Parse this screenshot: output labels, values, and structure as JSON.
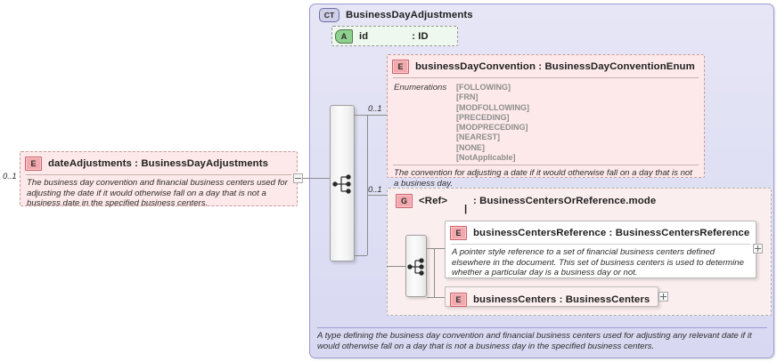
{
  "diagram": {
    "kind": "xsd-schema-diagram",
    "colors": {
      "element_fill": "#fde9e9",
      "element_badge": "#f2a9ad",
      "complextype_fill": "#e2e2f5",
      "complextype_badge": "#cfcfe8",
      "attribute_fill": "#eef8ee",
      "attribute_badge": "#8fd08f",
      "connector_line": "#8b8b8b"
    }
  },
  "complex_type": {
    "badge": "CT",
    "name": "BusinessDayAdjustments",
    "documentation": "A type defining the business day convention and financial business centers used for adjusting any relevant date if it would otherwise fall on a day that is not a business day in the specified business centers."
  },
  "attribute": {
    "badge": "A",
    "name": "id",
    "separator": ":",
    "type": "ID"
  },
  "source_element": {
    "badge": "E",
    "cardinality": "0..1",
    "name": "dateAdjustments",
    "separator": ":",
    "type": "BusinessDayAdjustments",
    "documentation": "The business day convention and financial business centers used for adjusting the date if it would otherwise fall on a day that is not a business date in the specified business centers.",
    "toggle": "minus"
  },
  "sequence": {
    "name": "sequence-compositor",
    "children_cardinalities": [
      "0..1",
      "0..1"
    ]
  },
  "business_day_convention": {
    "badge": "E",
    "cardinality": "0..1",
    "name": "businessDayConvention",
    "separator": ":",
    "type": "BusinessDayConventionEnum",
    "enumerations_label": "Enumerations",
    "enumerations": [
      "[FOLLOWING]",
      "[FRN]",
      "[MODFOLLOWING]",
      "[PRECEDING]",
      "[MODPRECEDING]",
      "[NEAREST]",
      "[NONE]",
      "[NotApplicable]"
    ],
    "documentation": "The convention for adjusting a date if it would otherwise fall on a day that is not a business day."
  },
  "group_ref": {
    "badge": "G",
    "cardinality": "0..1",
    "name": "<Ref>",
    "separator": ":",
    "type": "BusinessCentersOrReference.mode",
    "mode_marker": "|"
  },
  "choice": {
    "name": "choice-compositor"
  },
  "business_centers_reference": {
    "badge": "E",
    "name": "businessCentersReference",
    "separator": ":",
    "type": "BusinessCentersReference",
    "documentation": "A pointer style reference to a set of financial business centers defined elsewhere in the document. This set of business centers is used to determine whether a particular day is a business day or not.",
    "toggle": "plus"
  },
  "business_centers": {
    "badge": "E",
    "name": "businessCenters",
    "separator": ":",
    "type": "BusinessCenters",
    "toggle": "plus"
  }
}
